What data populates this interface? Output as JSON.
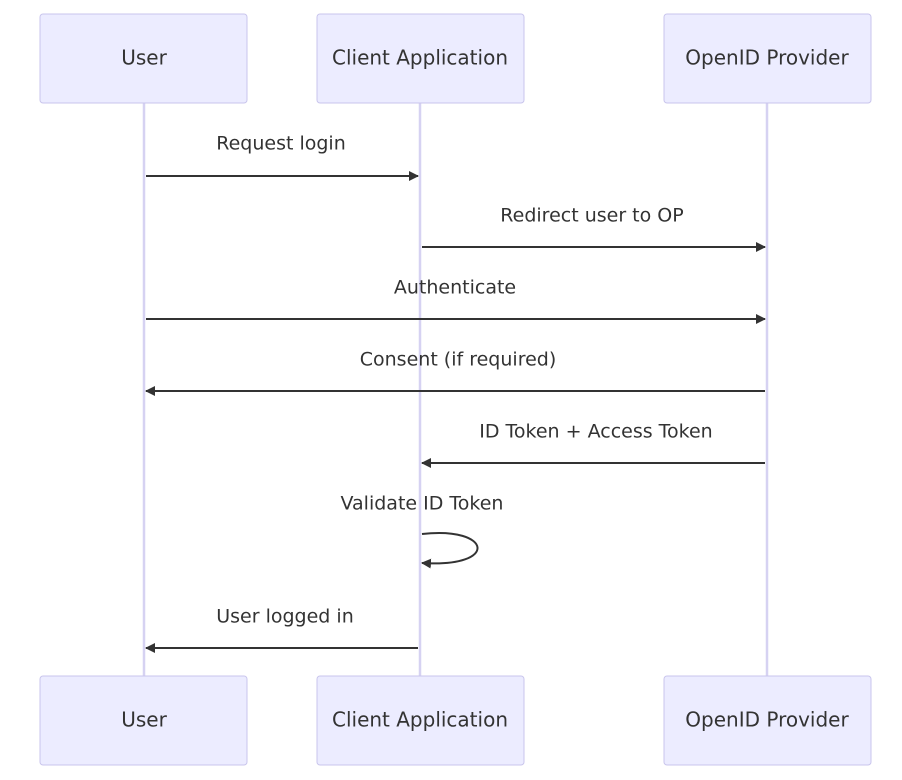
{
  "diagram": {
    "type": "sequence",
    "participants": [
      {
        "id": "user",
        "label": "User"
      },
      {
        "id": "client",
        "label": "Client Application"
      },
      {
        "id": "op",
        "label": "OpenID Provider"
      }
    ],
    "messages": [
      {
        "from": "user",
        "to": "client",
        "label": "Request login"
      },
      {
        "from": "client",
        "to": "op",
        "label": "Redirect user to OP"
      },
      {
        "from": "user",
        "to": "op",
        "label": "Authenticate"
      },
      {
        "from": "op",
        "to": "user",
        "label": "Consent (if required)"
      },
      {
        "from": "op",
        "to": "client",
        "label": "ID Token + Access Token"
      },
      {
        "from": "client",
        "to": "client",
        "label": "Validate ID Token"
      },
      {
        "from": "client",
        "to": "user",
        "label": "User logged in"
      }
    ],
    "colors": {
      "actor_fill": "#ececff",
      "actor_stroke": "#c9c5ec",
      "lifeline": "#d6d2f2",
      "line": "#333333",
      "text": "#333333"
    }
  }
}
